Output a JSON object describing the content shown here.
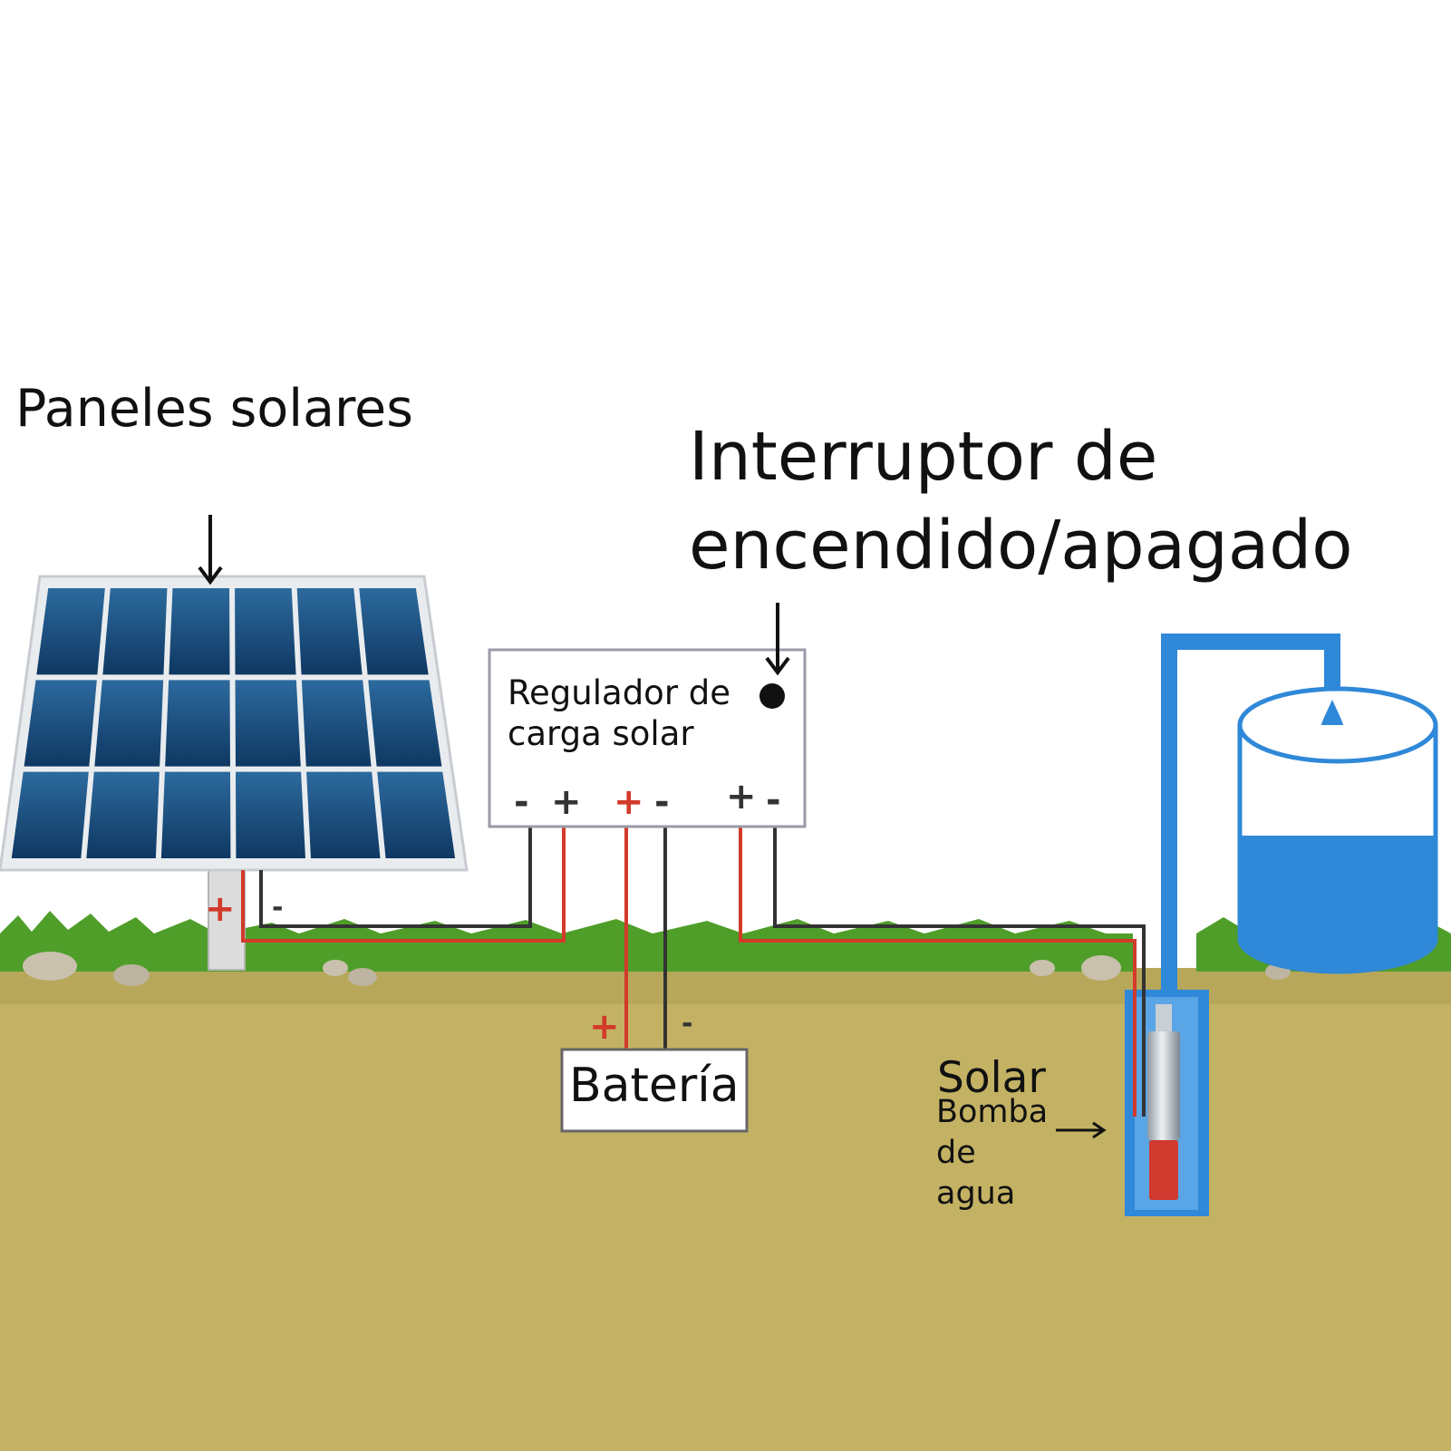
{
  "labels": {
    "solar_panels": "Paneles solares",
    "switch_line1": "Interruptor de",
    "switch_line2": "encendido/apagado",
    "regulator_line1": "Regulador de",
    "regulator_line2": "carga solar",
    "battery": "Batería",
    "pump_solar": "Solar",
    "pump_line1": "Bomba",
    "pump_line2": "de",
    "pump_line3": "agua"
  },
  "terminals": {
    "regulator": [
      "-",
      "+",
      "+",
      "-",
      "+",
      "-"
    ],
    "panel": [
      "+",
      "-"
    ],
    "battery": [
      "+",
      "-"
    ]
  },
  "colors": {
    "sky": "#ffffff",
    "grass": "#4f9e2a",
    "soil": "#c4b264",
    "panel_cell": "#1f4f80",
    "water": "#2f88d8",
    "wire_positive": "#d23a2a",
    "wire_negative": "#333333",
    "pump_body": "#d0392e"
  },
  "icons": [
    "down-arrow-icon",
    "switch-dot-icon",
    "right-arrow-icon",
    "water-drop-icon"
  ]
}
